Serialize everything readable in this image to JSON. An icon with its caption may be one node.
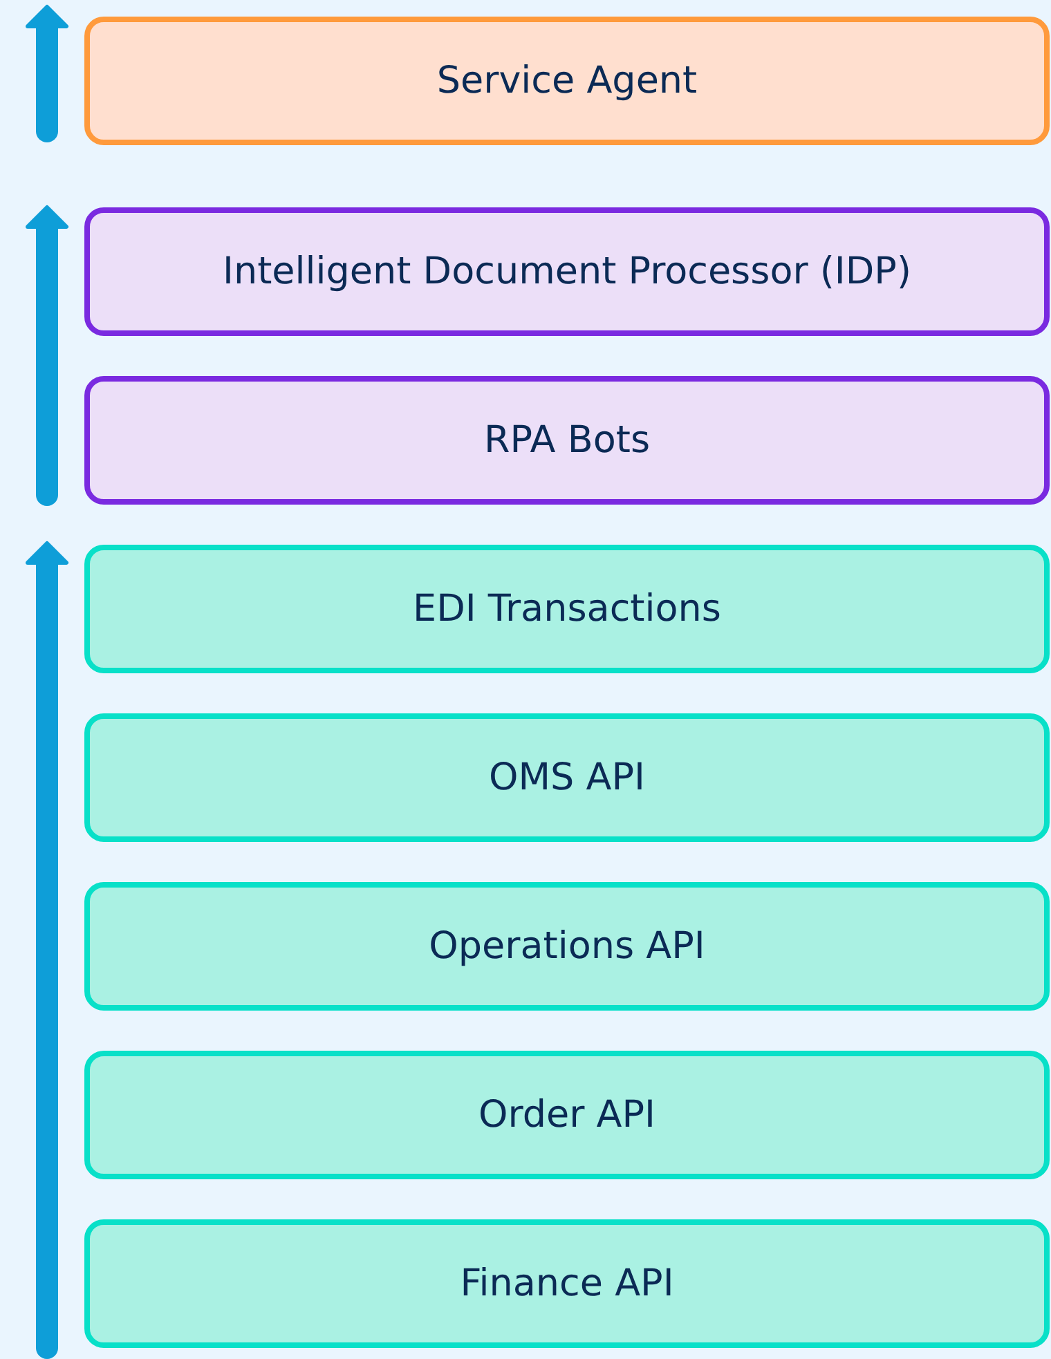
{
  "diagram": {
    "nodes": [
      {
        "text": [
          "Service Agent"
        ]
      },
      {
        "text": [
          "Intelligent Document Processor (IDP)"
        ]
      },
      {
        "text": [
          "RPA Bots"
        ]
      },
      {
        "text": [
          "EDI Transactions"
        ]
      },
      {
        "text": [
          "OMS API"
        ]
      },
      {
        "text": [
          "Operations API"
        ]
      },
      {
        "text": [
          "Order API"
        ]
      },
      {
        "text": [
          "Finance API"
        ]
      }
    ]
  }
}
